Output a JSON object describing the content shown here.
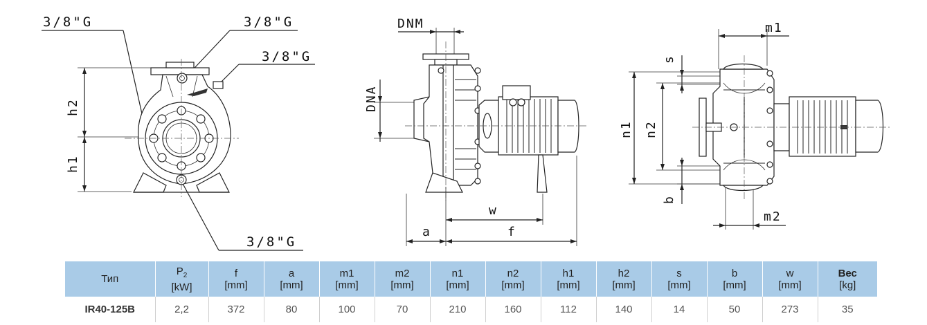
{
  "drawing_labels": {
    "front": {
      "thread_top_left": "3/8\"G",
      "thread_top_right": "3/8\"G",
      "thread_right": "3/8\"G",
      "thread_bottom": "3/8\"G",
      "h2": "h2",
      "h1": "h1"
    },
    "side": {
      "dnm": "DNM",
      "dna": "DNA",
      "w": "w",
      "a": "a",
      "f": "f"
    },
    "top": {
      "m1": "m1",
      "s": "s",
      "n1": "n1",
      "n2": "n2",
      "b": "b",
      "m2": "m2"
    }
  },
  "table": {
    "headers": [
      {
        "name": "Тип",
        "unit": ""
      },
      {
        "name": "P",
        "sub": "2",
        "unit": "[kW]"
      },
      {
        "name": "f",
        "unit": "[mm]"
      },
      {
        "name": "a",
        "unit": "[mm]"
      },
      {
        "name": "m1",
        "unit": "[mm]"
      },
      {
        "name": "m2",
        "unit": "[mm]"
      },
      {
        "name": "n1",
        "unit": "[mm]"
      },
      {
        "name": "n2",
        "unit": "[mm]"
      },
      {
        "name": "h1",
        "unit": "[mm]"
      },
      {
        "name": "h2",
        "unit": "[mm]"
      },
      {
        "name": "s",
        "unit": "[mm]"
      },
      {
        "name": "b",
        "unit": "[mm]"
      },
      {
        "name": "w",
        "unit": "[mm]"
      },
      {
        "name": "Вес",
        "unit": "[kg]"
      }
    ],
    "rows": [
      [
        "IR40-125B",
        "2,2",
        "372",
        "80",
        "100",
        "70",
        "210",
        "160",
        "112",
        "140",
        "14",
        "50",
        "273",
        "35"
      ]
    ]
  }
}
